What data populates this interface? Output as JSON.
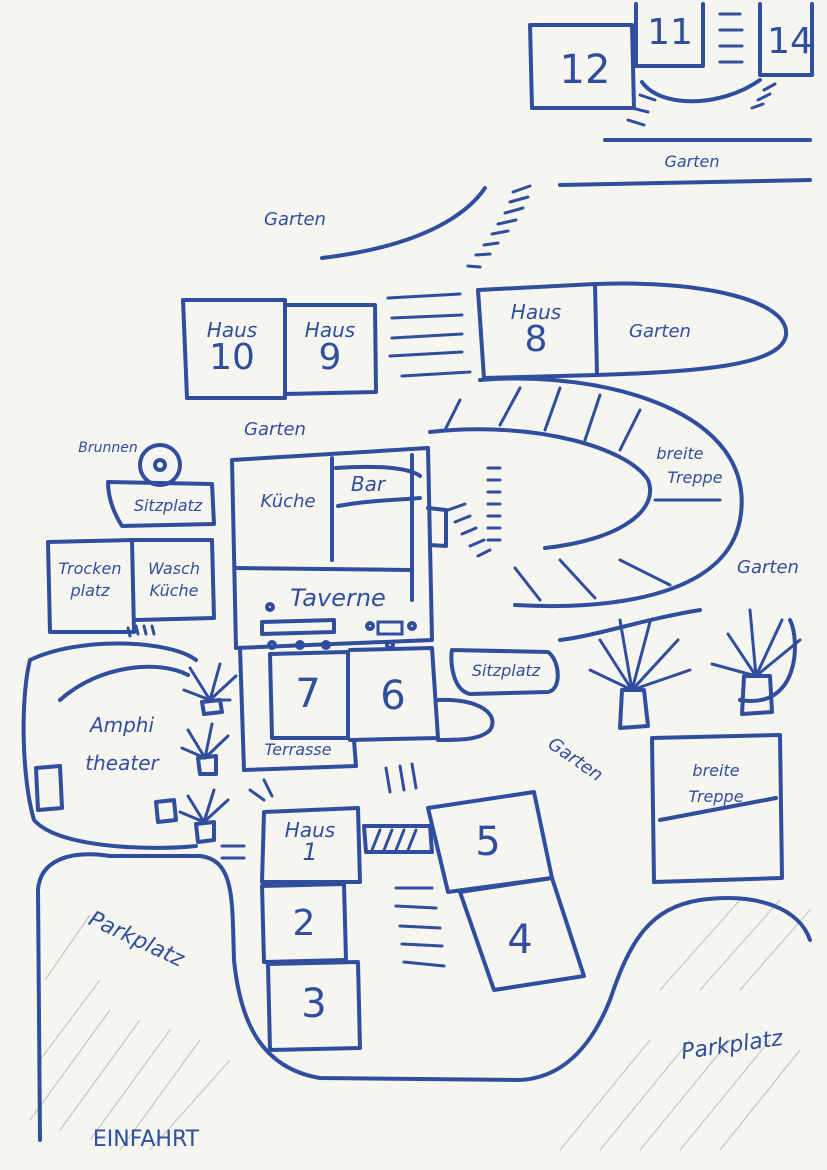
{
  "houses": {
    "h12": {
      "num": "12"
    },
    "h11": {
      "num": "11"
    },
    "h14": {
      "num": "14"
    },
    "h10": {
      "label": "Haus",
      "num": "10"
    },
    "h9": {
      "label": "Haus",
      "num": "9"
    },
    "h8": {
      "label": "Haus",
      "num": "8"
    },
    "h7": {
      "num": "7"
    },
    "h6": {
      "num": "6"
    },
    "h1": {
      "label": "Haus",
      "num": "1"
    },
    "h2": {
      "num": "2"
    },
    "h3": {
      "num": "3"
    },
    "h4": {
      "num": "4"
    },
    "h5": {
      "num": "5"
    }
  },
  "labels": {
    "garden": "Garten",
    "breite_treppe_1": "breite",
    "breite_treppe_2": "Treppe",
    "brunnen": "Brunnen",
    "sitzplatz": "Sitzplatz",
    "trockenplatz_1": "Trocken",
    "trockenplatz_2": "platz",
    "waschkueche_1": "Wasch",
    "waschkueche_2": "Küche",
    "kueche": "Küche",
    "bar": "Bar",
    "taverne": "Taverne",
    "terrasse": "Terrasse",
    "amphi_1": "Amphi",
    "amphi_2": "theater",
    "parkplatz": "Parkplatz",
    "einfahrt": "EINFAHRT"
  },
  "colors": {
    "ink": "#2f4f9e",
    "paper": "#f7f5f0",
    "pencil": "#c9c6c0"
  }
}
